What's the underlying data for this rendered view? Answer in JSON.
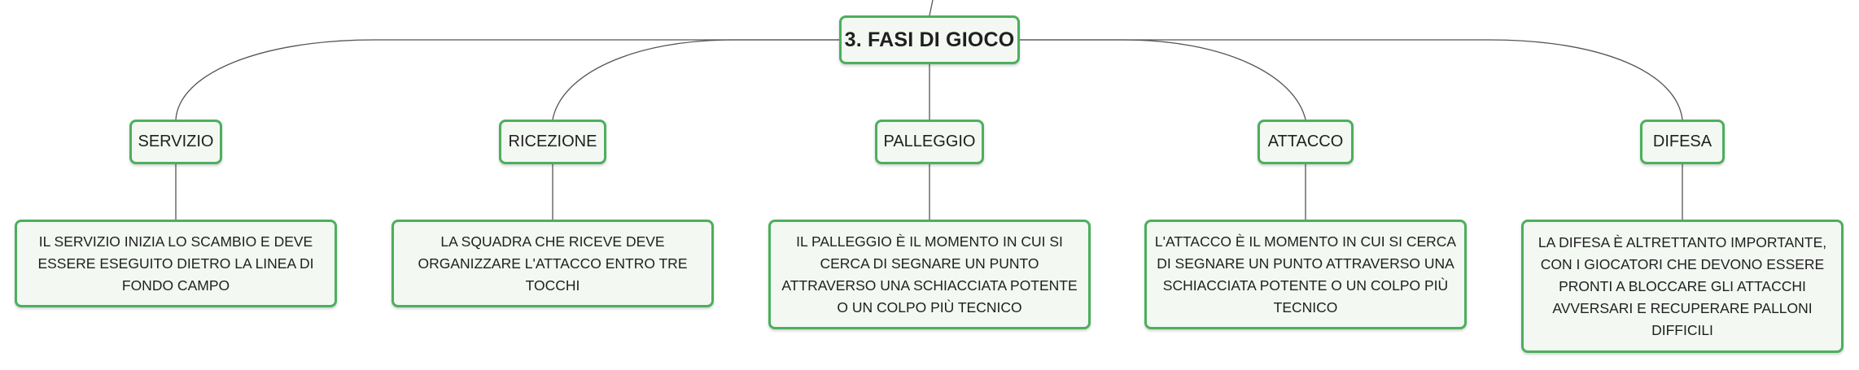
{
  "root": {
    "label": "3. FASI DI GIOCO"
  },
  "phases": [
    {
      "label": "SERVIZIO",
      "description": "IL SERVIZIO INIZIA LO SCAMBIO E DEVE ESSERE ESEGUITO DIETRO LA LINEA DI FONDO CAMPO"
    },
    {
      "label": "RICEZIONE",
      "description": "LA SQUADRA CHE RICEVE DEVE ORGANIZZARE L'ATTACCO ENTRO TRE TOCCHI"
    },
    {
      "label": "PALLEGGIO",
      "description": "IL PALLEGGIO È IL MOMENTO IN CUI SI CERCA DI SEGNARE UN PUNTO ATTRAVERSO UNA SCHIACCIATA POTENTE O UN COLPO PIÙ TECNICO"
    },
    {
      "label": "ATTACCO",
      "description": "L'ATTACCO È IL MOMENTO IN CUI SI CERCA DI SEGNARE UN PUNTO ATTRAVERSO UNA SCHIACCIATA POTENTE O UN COLPO PIÙ TECNICO"
    },
    {
      "label": "DIFESA",
      "description": "LA DIFESA È ALTRETTANTO IMPORTANTE, CON I GIOCATORI CHE DEVONO ESSERE PRONTI A BLOCCARE GLI ATTACCHI AVVERSARI E RECUPERARE PALLONI DIFFICILI"
    }
  ],
  "colors": {
    "node_border": "#4caf5d",
    "node_fill": "#f3f8f3",
    "connector": "#555555"
  }
}
